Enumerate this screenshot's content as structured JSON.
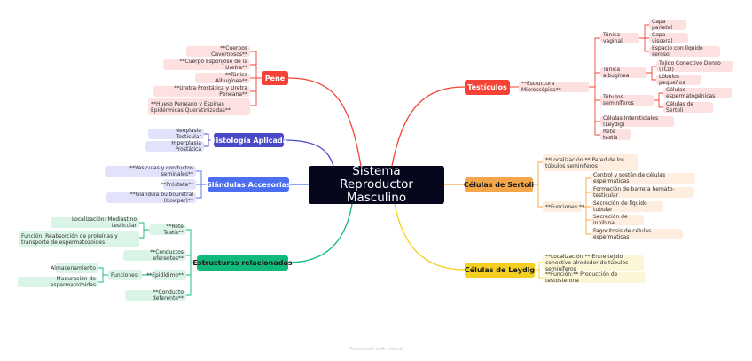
{
  "root": {
    "title": "Sistema Reproductor Masculino"
  },
  "colors": {
    "red": "#f44336",
    "blue_dark": "#4a4ac6",
    "blue": "#4b6ff0",
    "green": "#11b97a",
    "orange": "#f5a54a",
    "yellow": "#f4cf20",
    "root_bg": "#06061c"
  },
  "branches": {
    "pene": {
      "label": "Pene",
      "items": [
        "**Cuerpos Cavernosos**",
        "**Cuerpo Esponjoso de la Uretra**",
        "**Túnica Albugínea**",
        "**Uretra Prostática y Uretra Peneana**",
        "**Hueso Peneano y Espinas Epidérmicas Queratinizadas**"
      ]
    },
    "histologia": {
      "label": "Histología Aplicada",
      "items": [
        "Neoplasia Testicular",
        "Hiperplasia Prostática"
      ]
    },
    "glandulas": {
      "label": "Glándulas Accesorias",
      "items": [
        "**Vesículas y conductos seminales**",
        "**Próstata**",
        "**Glándula bulbouretral (Cowper)**"
      ]
    },
    "estructuras": {
      "label": "Estructuras relacionadas",
      "rete_testis": {
        "label": "**Rete Testis**",
        "items": [
          "Localización: Mediastino testicular",
          "Función: Reabsorción de proteínas y transporte de espermatozoides"
        ]
      },
      "conductos_eferentes": "**Conductos eferentes**",
      "epididimo": {
        "label": "**Epidídimo**",
        "funciones": {
          "label": "Funciones:",
          "items": [
            "Almacenamiento",
            "Maduración de espermatozoides"
          ]
        }
      },
      "conducto_deferente": "**Conducto deferente**"
    },
    "testiculos": {
      "label": "Testículos",
      "estructura": {
        "label": "**Estructura Microscópica**",
        "tunica_vaginal": {
          "label": "Túnica vaginal",
          "items": [
            "Capa parietal",
            "Capa visceral",
            "Espacio con líquido seroso"
          ]
        },
        "tunica_albuginea": {
          "label": "Túnica albugínea",
          "items": [
            "Tejido Conectivo Denso (TCD)",
            "Lóbulos pequeños"
          ]
        },
        "tubulos": {
          "label": "Túbulos seminíferos",
          "items": [
            "Células espermatogénicas",
            "Células de Sertoli"
          ]
        },
        "intersticiales": "Células Intersticiales (Leydig)",
        "rete": "Rete testis"
      }
    },
    "sertoli": {
      "label": "Células de Sertoli",
      "localizacion": "**Localización:** Pared de los túbulos seminíferos",
      "funciones": {
        "label": "**Funciones:**",
        "items": [
          "Control y sostén de células espermáticas",
          "Formación de barrera hemato-testicular",
          "Secreción de líquido tubular",
          "Secreción de inhibina",
          "Fagocitosis de células espermáticas"
        ]
      }
    },
    "leydig": {
      "label": "Células de Leydig",
      "items": [
        "**Localización:** Entre tejido conectivo alrededor de túbulos seminíferos",
        "**Función:** Producción de testosterona"
      ]
    }
  },
  "footer": "Presented with xmind"
}
